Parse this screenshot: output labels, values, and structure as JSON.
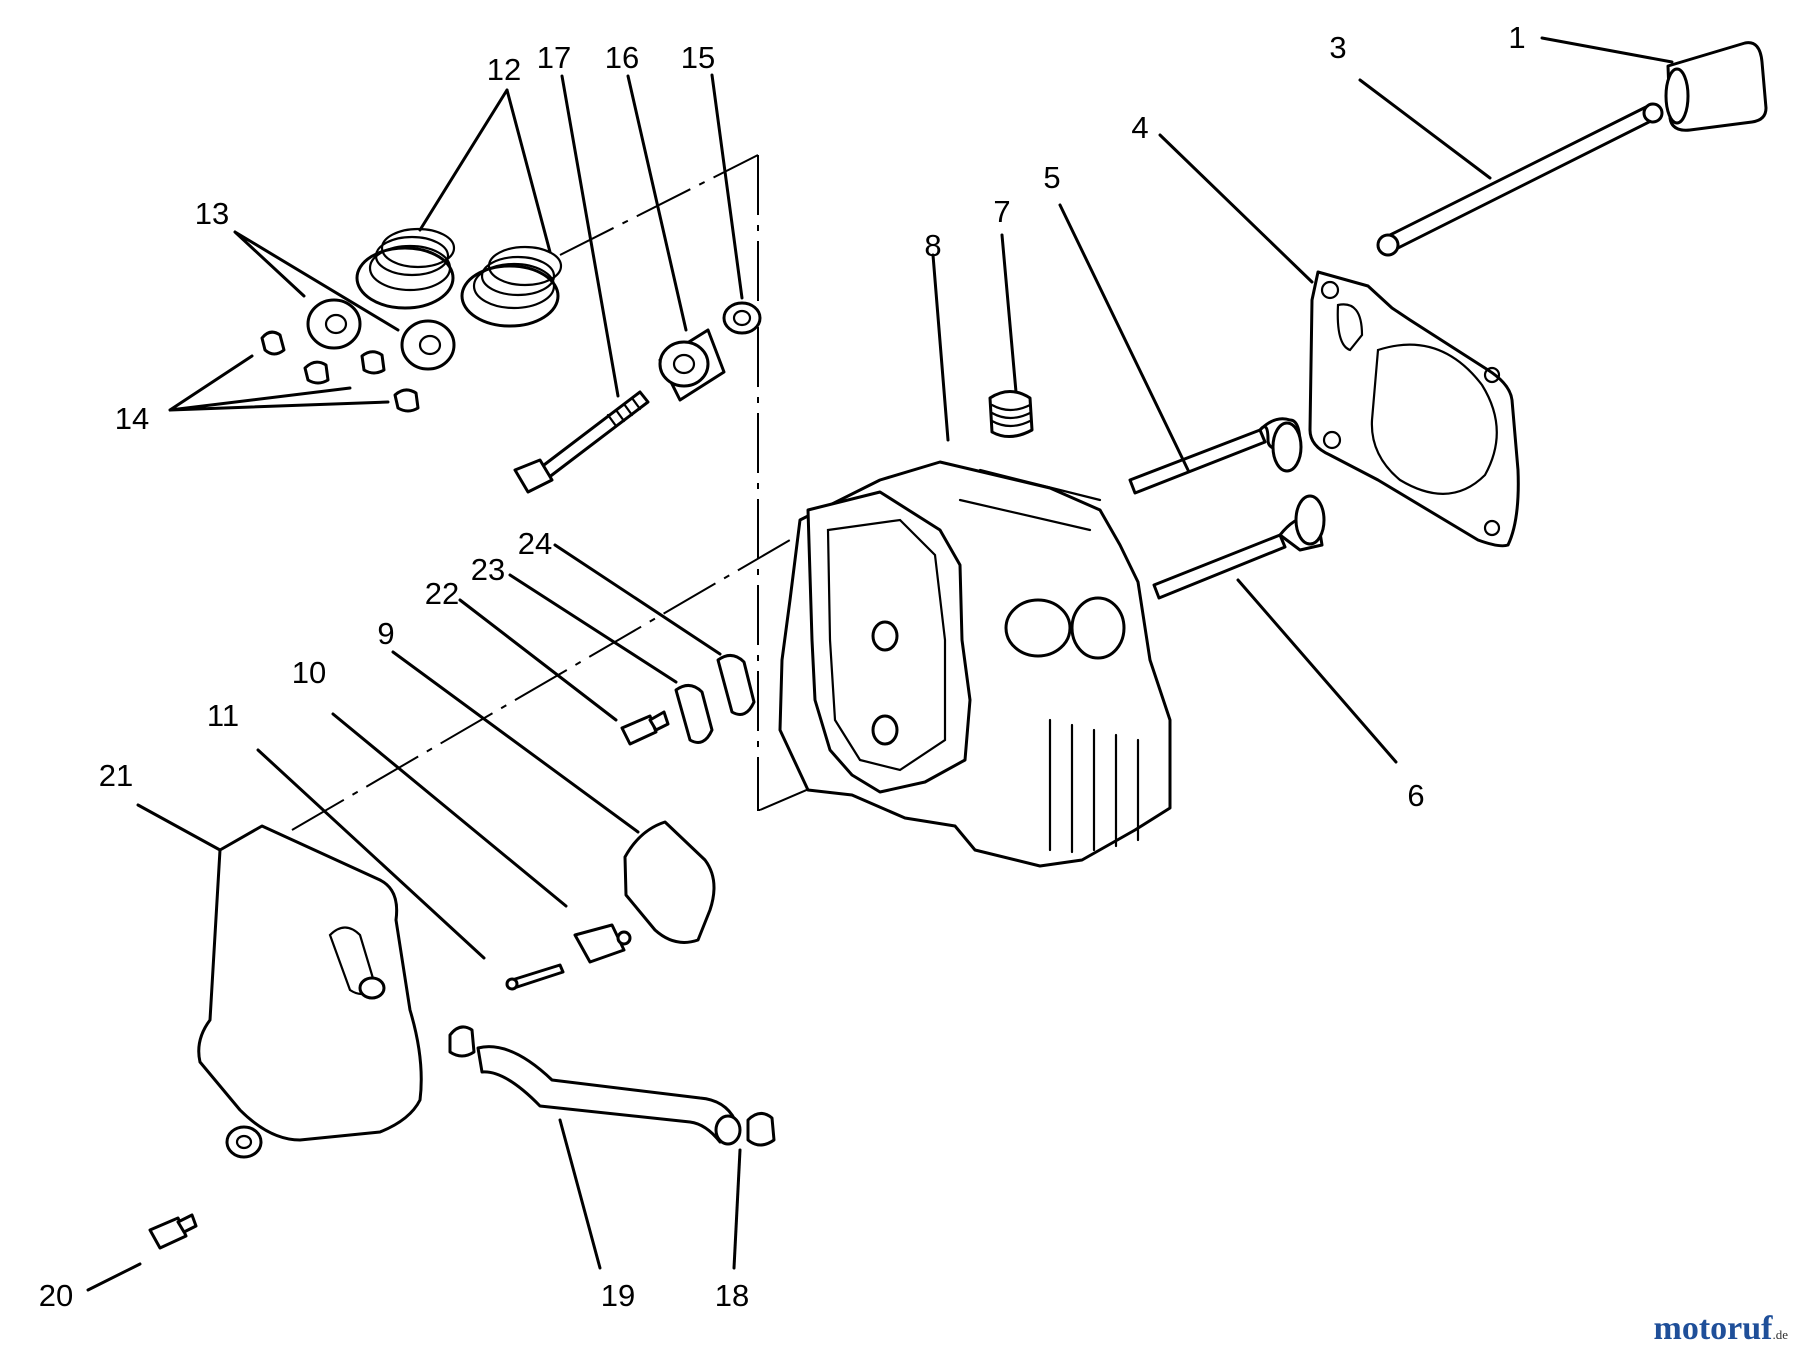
{
  "callouts": [
    {
      "id": "1",
      "label": "1"
    },
    {
      "id": "3",
      "label": "3"
    },
    {
      "id": "4",
      "label": "4"
    },
    {
      "id": "5",
      "label": "5"
    },
    {
      "id": "6",
      "label": "6"
    },
    {
      "id": "7",
      "label": "7"
    },
    {
      "id": "8",
      "label": "8"
    },
    {
      "id": "9",
      "label": "9"
    },
    {
      "id": "10",
      "label": "10"
    },
    {
      "id": "11",
      "label": "11"
    },
    {
      "id": "12",
      "label": "12"
    },
    {
      "id": "13",
      "label": "13"
    },
    {
      "id": "14",
      "label": "14"
    },
    {
      "id": "15",
      "label": "15"
    },
    {
      "id": "16",
      "label": "16"
    },
    {
      "id": "17",
      "label": "17"
    },
    {
      "id": "18",
      "label": "18"
    },
    {
      "id": "19",
      "label": "19"
    },
    {
      "id": "20",
      "label": "20"
    },
    {
      "id": "21",
      "label": "21"
    },
    {
      "id": "22",
      "label": "22"
    },
    {
      "id": "23",
      "label": "23"
    },
    {
      "id": "24",
      "label": "24"
    }
  ],
  "watermark": {
    "brand": "motoruf",
    "suffix": ".de",
    "color_main": "#1f4f99",
    "color_accent": "#e0a020"
  }
}
